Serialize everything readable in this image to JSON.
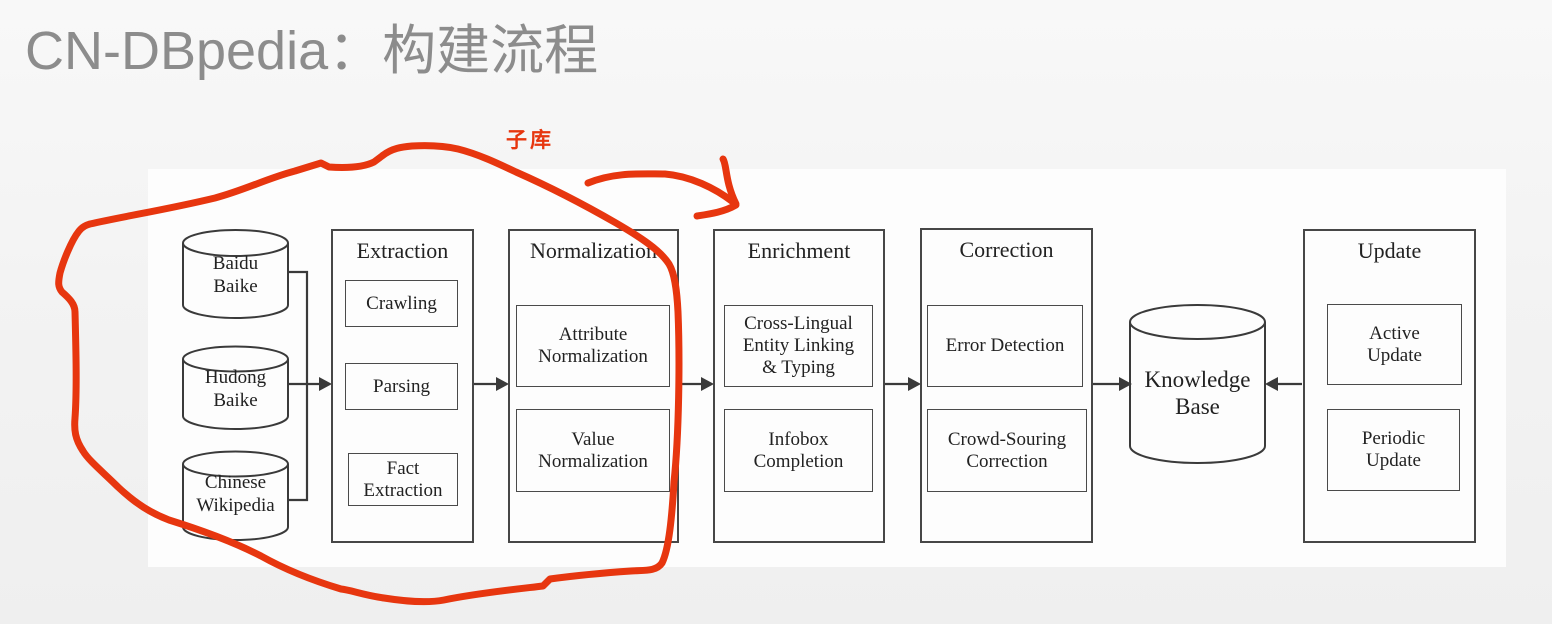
{
  "slide": {
    "title": "CN-DBpedia：构建流程"
  },
  "annotation": {
    "label": "子库",
    "color": "#e7360f",
    "shapes": [
      "hand-drawn-circle",
      "hand-drawn-arrow"
    ]
  },
  "diagram": {
    "sources": [
      {
        "label": "Baidu\nBaike"
      },
      {
        "label": "Hudong\nBaike"
      },
      {
        "label": "Chinese\nWikipedia"
      }
    ],
    "stages": [
      {
        "title": "Extraction",
        "items": [
          "Crawling",
          "Parsing",
          "Fact\nExtraction"
        ]
      },
      {
        "title": "Normalization",
        "items": [
          "Attribute\nNormalization",
          "Value\nNormalization"
        ]
      },
      {
        "title": "Enrichment",
        "items": [
          "Cross-Lingual\nEntity Linking\n& Typing",
          "Infobox\nCompletion"
        ]
      },
      {
        "title": "Correction",
        "items": [
          "Error Detection",
          "Crowd-Souring\nCorrection"
        ]
      },
      {
        "title": "Update",
        "items": [
          "Active\nUpdate",
          "Periodic\nUpdate"
        ]
      }
    ],
    "knowledge_base": {
      "label": "Knowledge\nBase"
    },
    "colors": {
      "line": "#3a3a3a",
      "box_border": "#474747",
      "panel_background": "#fdfdfd",
      "annotation_red": "#e7360f",
      "title_gray": "#8c8c8c"
    }
  }
}
